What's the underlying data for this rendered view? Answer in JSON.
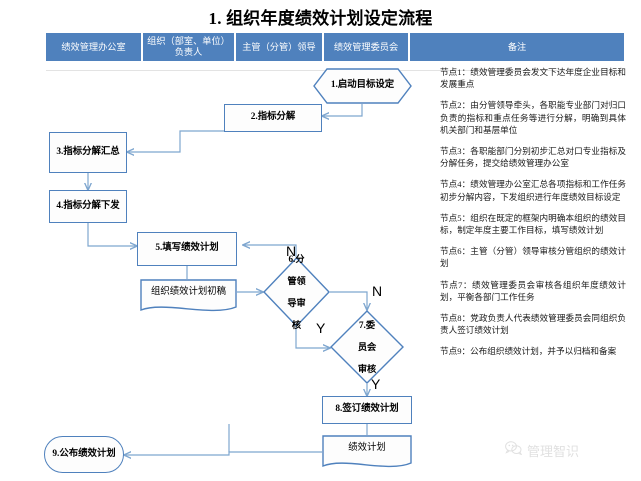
{
  "title": "1. 组织年度绩效计划设定流程",
  "header": {
    "columns": [
      "绩效管理办公室",
      "组织（部室、单位）负责人",
      "主管（分管）领导",
      "绩效管理委员会",
      "备注"
    ]
  },
  "nodes": {
    "n1": "1.启动目标设定",
    "n2": "2.指标分解",
    "n3": "3.指标分解汇总",
    "n4": "4.指标分解下发",
    "n5": "5.填写绩效计划",
    "doc1": "组织绩效计划初稿",
    "n6_line1": "6.分",
    "n6_line2": "管领",
    "n6_line3": "导审",
    "n6_line4": "核",
    "n7_line1": "7.委",
    "n7_line2": "员会",
    "n7_line3": "审核",
    "n8": "8.签订绩效计划",
    "doc2": "绩效计划",
    "n9": "9.公布绩效计划"
  },
  "branches": {
    "n6_no": "N",
    "n6_yes": "Y",
    "n7_no": "N",
    "n7_yes": "Y"
  },
  "notes": [
    "节点1：绩效管理委员会发文下达年度企业目标和发展重点",
    "节点2：由分管领导牵头，各职能专业部门对归口负责的指标和重点任务等进行分解，明确到具体机关部门和基层单位",
    "节点3：各职能部门分别初步汇总对口专业指标及分解任务，提交给绩效管理办公室",
    "节点4：绩效管理办公室汇总各项指标和工作任务初步分解内容，下发组织进行年度绩效目标设定",
    "节点5：组织在既定的框架内明确本组织的绩效目标，制定年度主要工作目标，填写绩效计划",
    "节点6：主管（分管）领导审核分管组织的绩效计划",
    "节点7：绩效管理委员会审核各组织年度绩效计划，平衡各部门工作任务",
    "节点8：党政负责人代表绩效管理委员会同组织负责人签订绩效计划",
    "节点9：公布组织绩效计划，并予以归档和备案"
  ],
  "watermark": {
    "text": "管理智识",
    "icon": "wechat-icon"
  },
  "colors": {
    "header_fill": "#4f81bd",
    "shape_stroke": "#4f81bd",
    "connector": "#7ea6cf",
    "text": "#000000"
  }
}
